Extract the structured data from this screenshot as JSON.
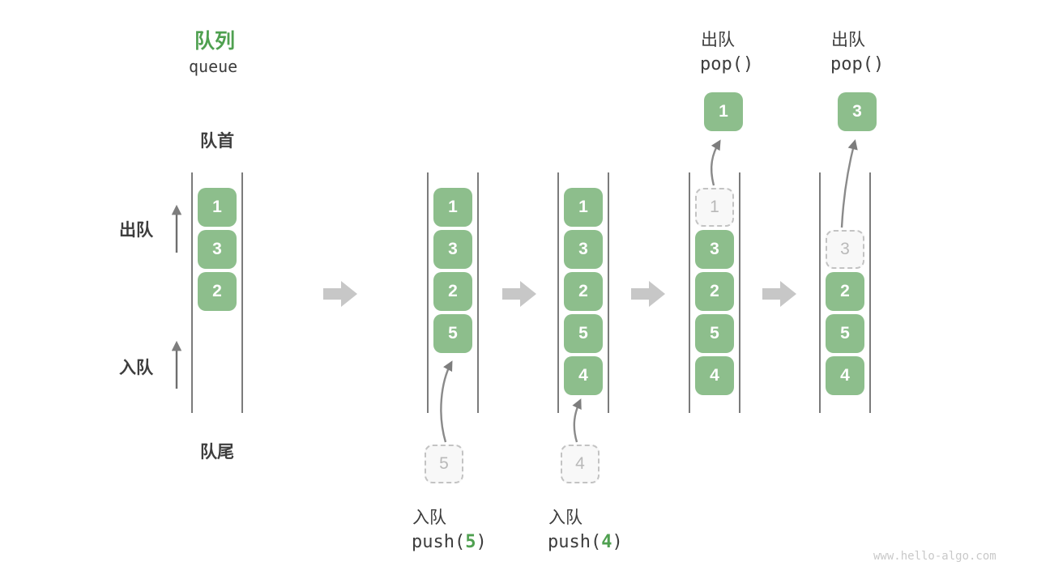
{
  "title": {
    "zh": "队列",
    "en": "queue"
  },
  "side_labels": {
    "front": "队首",
    "rear": "队尾",
    "dequeue": "出队",
    "enqueue": "入队"
  },
  "queues": [
    {
      "items": [
        "1",
        "3",
        "2"
      ]
    },
    {
      "items": [
        "1",
        "3",
        "2",
        "5"
      ],
      "pending": "5"
    },
    {
      "items": [
        "1",
        "3",
        "2",
        "5",
        "4"
      ],
      "pending": "4"
    },
    {
      "ghost": "1",
      "items": [
        "3",
        "2",
        "5",
        "4"
      ],
      "popped": "1"
    },
    {
      "ghost": "3",
      "items": [
        "2",
        "5",
        "4"
      ],
      "popped": "3"
    }
  ],
  "ops": {
    "push5": {
      "label": "入队",
      "fn": "push(",
      "arg": "5",
      "close": ")"
    },
    "push4": {
      "label": "入队",
      "fn": "push(",
      "arg": "4",
      "close": ")"
    },
    "pop1": {
      "label": "出队",
      "code": "pop()"
    },
    "pop2": {
      "label": "出队",
      "code": "pop()"
    }
  },
  "watermark": "www.hello-algo.com",
  "colors": {
    "green_box": "#8dbe8c",
    "accent_green": "#4fa050",
    "text_dark": "#3d3d3d",
    "wall_gray": "#5a5a5a",
    "block_arrow_gray": "#c7c7c7",
    "ghost_border": "#c3c3c3",
    "ghost_text": "#b9b9b9",
    "watermark_gray": "#c9c9c9"
  }
}
